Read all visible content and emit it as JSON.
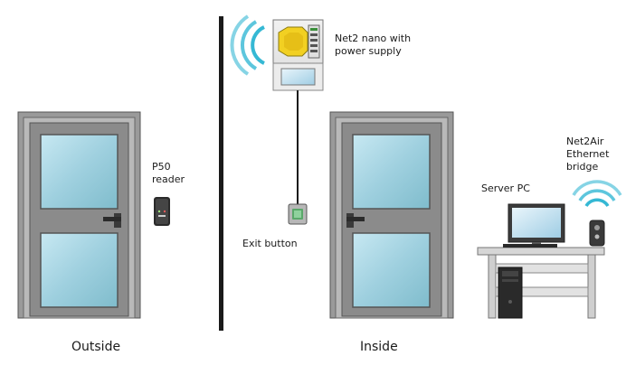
{
  "labels": {
    "p50_reader": "P50\nreader",
    "net2_nano": "Net2 nano with\npower supply",
    "exit_button": "Exit button",
    "server_pc": "Server PC",
    "net2air_bridge": "Net2Air\nEthernet\nbridge",
    "outside": "Outside",
    "inside": "Inside"
  },
  "colors": {
    "door_frame": "#9a9a9a",
    "door_frame_dark": "#5a5a5a",
    "door_panel": "#8b8b8b",
    "glass": "#9fd0df",
    "wifi": "#35b8d4",
    "controller_yellow": "#f2d022",
    "divider": "#1a1a1a",
    "desk_top": "#d6d6d6"
  }
}
